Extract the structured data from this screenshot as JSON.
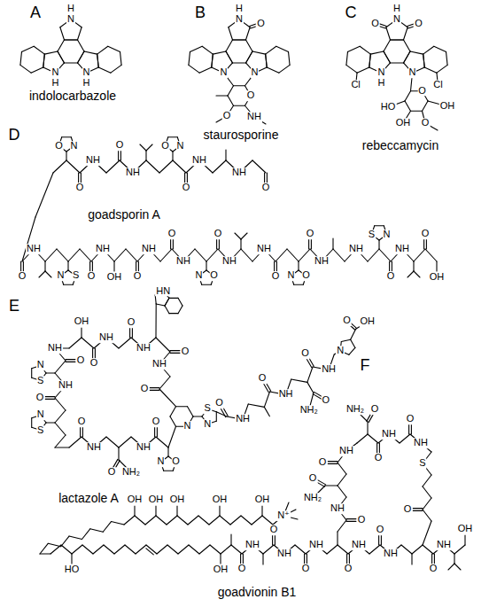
{
  "diagram": {
    "labels": [
      "A",
      "indolocarbazole",
      "H",
      "N",
      "N",
      "H",
      "N",
      "H",
      "B",
      "staurosporine",
      "H",
      "N",
      "O",
      "N",
      "N",
      "O",
      "O",
      "NH",
      "C",
      "rebeccamycin",
      "O",
      "H",
      "N",
      "O",
      "Cl",
      "N",
      "H",
      "N",
      "Cl",
      "HO",
      "O",
      "OH",
      "O",
      "OH",
      "D",
      "goadsporin A",
      "O",
      "N",
      "O",
      "NH",
      "O",
      "NH",
      "O",
      "N",
      "O",
      "NH",
      "NH",
      "O",
      "O",
      "NH",
      "S",
      "N",
      "O",
      "NH",
      "OH",
      "O",
      "NH",
      "O",
      "NH",
      "O",
      "N",
      "O",
      "NH",
      "NH",
      "O",
      "O",
      "N",
      "O",
      "NH",
      "NH",
      "S",
      "N",
      "O",
      "NH",
      "O",
      "OH",
      "E",
      "lactazole A",
      "S",
      "N",
      "O",
      "NH",
      "S",
      "N",
      "O",
      "NH",
      "OH",
      "O",
      "NH",
      "O",
      "NH",
      "HN",
      "O",
      "NH",
      "O",
      "N",
      "S",
      "N",
      "O",
      "NH",
      "O",
      "NH",
      "O",
      "NH₂",
      "O",
      "NH",
      "N",
      "O",
      "OH",
      "O",
      "N",
      "O",
      "NH",
      "O",
      "NH₂",
      "NH",
      "O",
      "F",
      "goadvionin B1",
      "OH",
      "OH",
      "OH",
      "OH",
      "OH",
      "N⁺",
      "HO",
      "OH",
      "O",
      "NH",
      "O",
      "NH",
      "O",
      "NH",
      "O",
      "NH",
      "O",
      "NH",
      "O",
      "NH",
      "OH",
      "O",
      "NH",
      "O",
      "NH₂",
      "O",
      "NH",
      "O",
      "NH₂",
      "O",
      "NH",
      "O",
      "NH",
      "S",
      "O"
    ]
  }
}
